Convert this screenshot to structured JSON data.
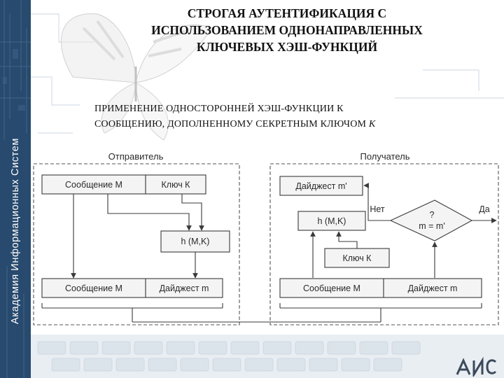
{
  "slide": {
    "title_lines": [
      "СТРОГАЯ АУТЕНТИФИКАЦИЯ С",
      "ИСПОЛЬЗОВАНИЕМ ОДНОНАПРАВЛЕННЫХ",
      "КЛЮЧЕВЫХ ХЭШ-ФУНКЦИЙ"
    ],
    "subtitle_line1": "ПРИМЕНЕНИЕ ОДНОСТОРОННЕЙ ХЭШ-ФУНКЦИИ К",
    "subtitle_line2": "СООБЩЕНИЮ, ДОПОЛНЕННОМУ СЕКРЕТНЫМ КЛЮЧОМ",
    "subtitle_key": "K",
    "side_label": "Академия Информационных Систем",
    "logo_icon": "ais-logo-icon",
    "decoration_icon": "butterfly-icon"
  },
  "sender": {
    "label": "Отправитель",
    "message": "Сообщение М",
    "key": "Ключ К",
    "hash": "h (M,K)",
    "out_message": "Сообщение М",
    "out_digest": "Дайджест m"
  },
  "receiver": {
    "label": "Получатель",
    "digest_top": "Дайджест m'",
    "hash": "h (M,K)",
    "key": "Ключ К",
    "decision_q": "?",
    "decision_expr": "m = m'",
    "no": "Нет",
    "yes": "Да",
    "in_message": "Сообщение М",
    "in_digest": "Дайджест m"
  },
  "colors": {
    "side_band": "#274a6e",
    "text": "#111111",
    "diagram_stroke": "#3a3a3a",
    "box_fill": "#f4f4f4"
  }
}
